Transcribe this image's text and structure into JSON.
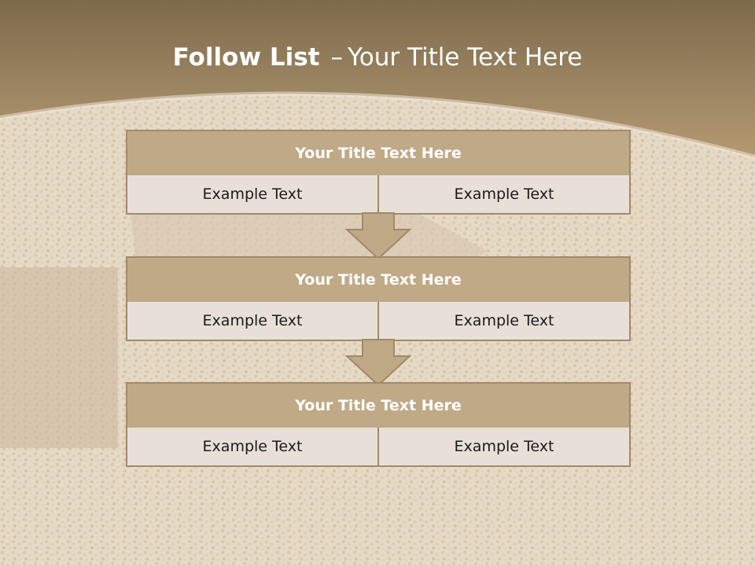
{
  "title": {
    "bold": "Follow List",
    "dash": "–",
    "rest": "Your Title Text Here"
  },
  "steps": [
    {
      "title": "Your Title Text Here",
      "left": "Example Text",
      "right": "Example Text"
    },
    {
      "title": "Your Title Text Here",
      "left": "Example Text",
      "right": "Example Text"
    },
    {
      "title": "Your Title Text Here",
      "left": "Example Text",
      "right": "Example Text"
    }
  ],
  "colors": {
    "header_band": "#8b7655",
    "box_title_fill": "#c0a987",
    "box_cell_fill": "#e8e0d8",
    "border": "#a08a68",
    "arrow_fill": "#c0a987"
  }
}
